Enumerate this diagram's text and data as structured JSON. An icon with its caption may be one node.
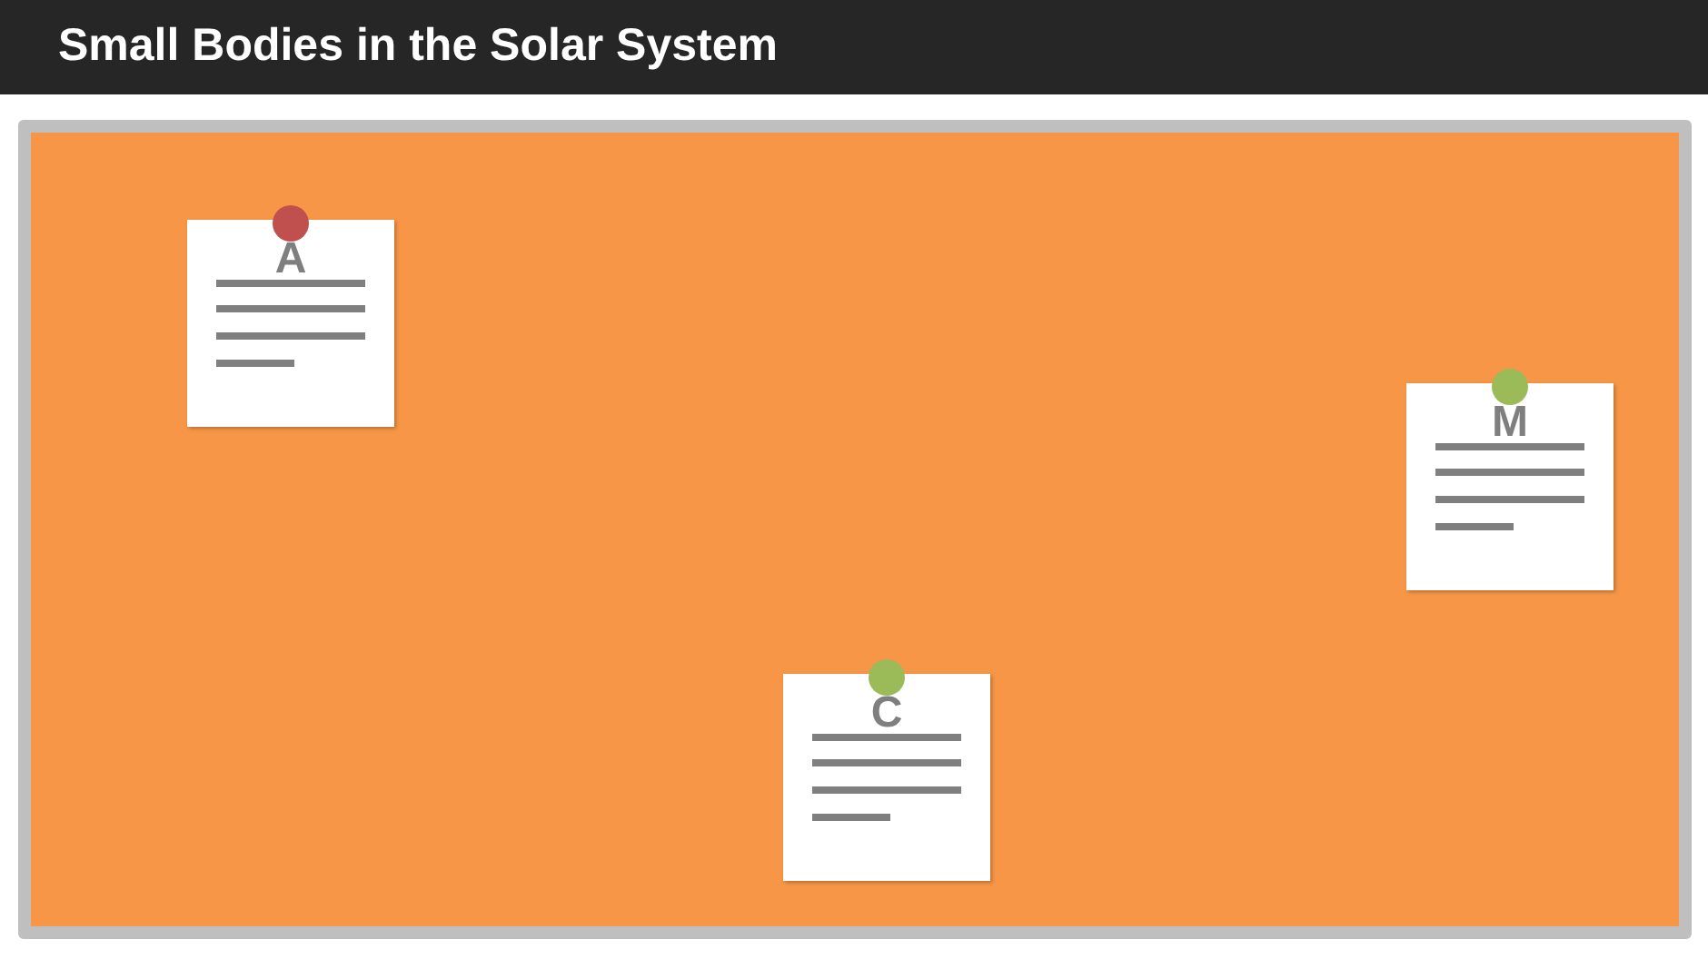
{
  "diagram": {
    "title": "Small Bodies in the Solar System",
    "nodes": [
      {
        "text": [
          "A"
        ]
      },
      {
        "text": [
          "M"
        ]
      },
      {
        "text": [
          "C"
        ]
      }
    ]
  }
}
